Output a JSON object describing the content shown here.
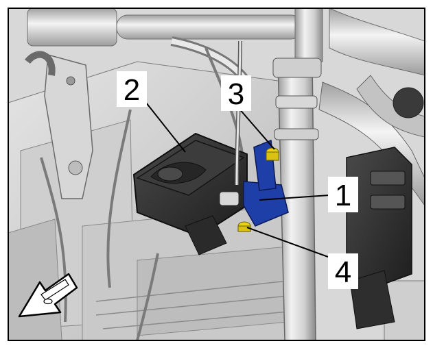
{
  "figure": {
    "callouts": [
      {
        "id": "1",
        "label": "1"
      },
      {
        "id": "2",
        "label": "2"
      },
      {
        "id": "3",
        "label": "3"
      },
      {
        "id": "4",
        "label": "4"
      }
    ],
    "direction_icon": "vehicle-forward-arrow-icon",
    "colors": {
      "background": "#ffffff",
      "frame": "#000000",
      "metal_light": "#e6e6e6",
      "metal_mid": "#c8c8c8",
      "metal_dark": "#8c8c8c",
      "sensor_body": "#2b2b2b",
      "bracket_highlight": "#1f3fa8",
      "bolt_highlight": "#e8d21a"
    }
  }
}
